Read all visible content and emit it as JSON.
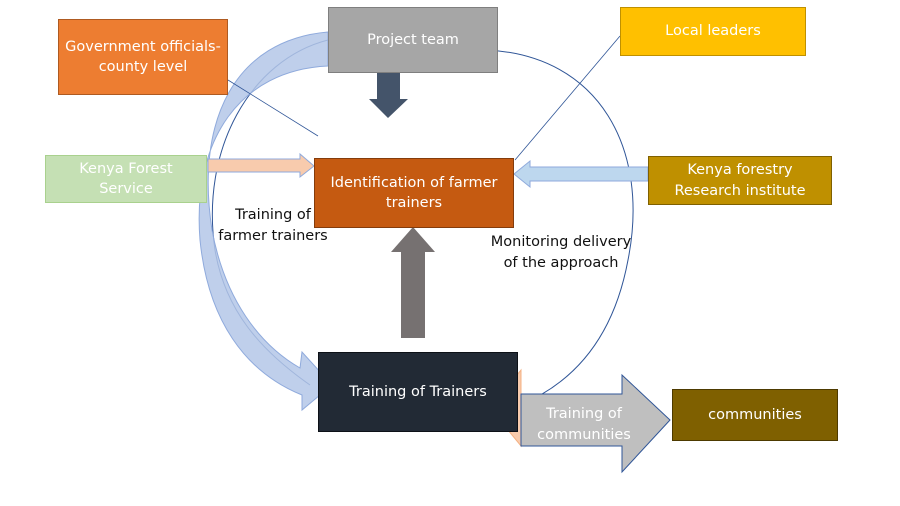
{
  "nodes": {
    "project_team": "Project team",
    "government": "Government officials-county level",
    "local_leaders": "Local leaders",
    "kfs": "Kenya Forest Service",
    "identification": "Identification of farmer trainers",
    "kefri": "Kenya forestry Research institute",
    "tot": "Training of Trainers",
    "training_communities": "Training of communities",
    "communities": "communities"
  },
  "labels": {
    "training_farmer_trainers": "Training of\nfarmer trainers",
    "monitoring": "Monitoring delivery\nof the approach"
  },
  "colors": {
    "project_team": "#a6a6a6",
    "government": "#ed7d31",
    "local_leaders": "#ffc000",
    "kfs": "#c5e0b4",
    "identification": "#c55a11",
    "kefri": "#bf9000",
    "tot": "#222a35",
    "communities": "#7f6000",
    "down_arrow": "#44546a",
    "up_arrow": "#767171",
    "light_blue": "#bdd7ee",
    "peach": "#f8cbad",
    "curve_arrow": "#b4c7e7",
    "line_blue": "#2f5597"
  }
}
